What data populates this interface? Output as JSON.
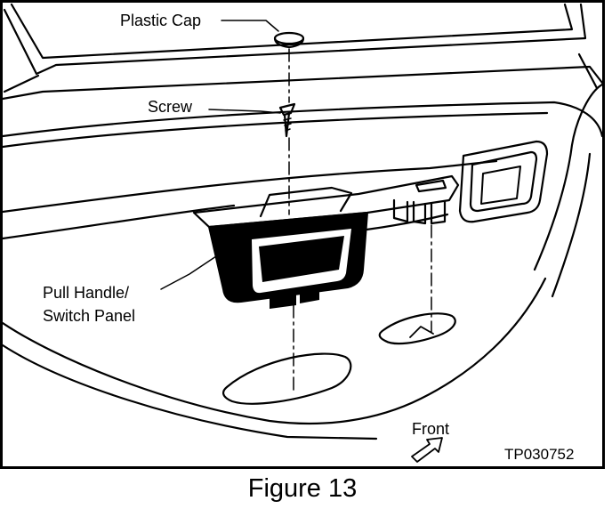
{
  "diagram": {
    "labels": {
      "plastic_cap": "Plastic Cap",
      "screw": "Screw",
      "pull_handle_line1": "Pull Handle/",
      "pull_handle_line2": "Switch Panel",
      "front": "Front"
    },
    "code": "TP030752",
    "caption": "Figure 13"
  }
}
